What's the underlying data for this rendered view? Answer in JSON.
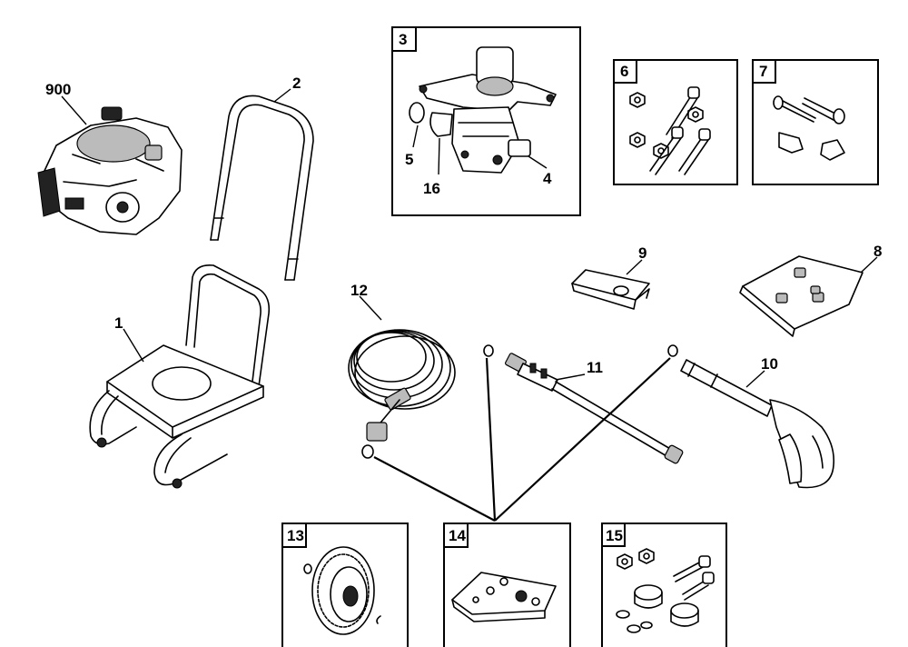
{
  "labels": {
    "engine": "900",
    "handle": "2",
    "pump_kit": "3",
    "pump_inlet": "4",
    "pump_oring": "5",
    "pump_valve": "16",
    "hardware_kit": "6",
    "bolt_kit": "7",
    "nozzle_kit": "8",
    "nozzle_holder": "9",
    "frame": "1",
    "hose": "12",
    "lance": "11",
    "gun": "10",
    "wheel_kit": "13",
    "oring_kit": "14",
    "mount_kit": "15"
  }
}
